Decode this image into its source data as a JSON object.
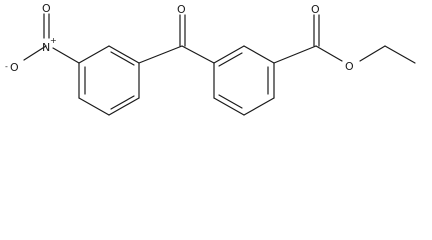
{
  "molecule": {
    "atoms": {
      "nitro_oxygen_minus": "O",
      "nitro_oxygen_minus_charge": "-",
      "nitro_nitrogen": "N",
      "nitro_nitrogen_charge": "+",
      "nitro_oxygen_double": "O",
      "ketone_oxygen": "O",
      "ester_carbonyl_oxygen": "O",
      "ester_ether_oxygen": "O"
    }
  }
}
